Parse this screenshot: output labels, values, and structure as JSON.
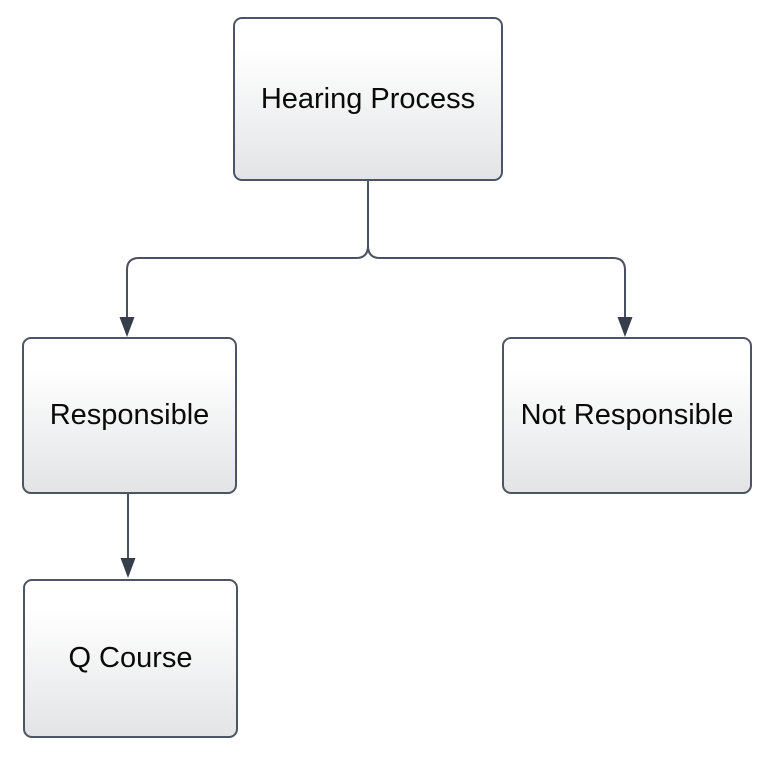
{
  "diagram": {
    "type": "flowchart",
    "nodes": [
      {
        "id": "hearing-process",
        "label": "Hearing Process"
      },
      {
        "id": "responsible",
        "label": "Responsible"
      },
      {
        "id": "not-responsible",
        "label": "Not Responsible"
      },
      {
        "id": "q-course",
        "label": "Q Course"
      }
    ],
    "edges": [
      {
        "from": "hearing-process",
        "to": "responsible",
        "style": "curved-elbow-arrow"
      },
      {
        "from": "hearing-process",
        "to": "not-responsible",
        "style": "curved-elbow-arrow"
      },
      {
        "from": "responsible",
        "to": "q-course",
        "style": "straight-arrow"
      }
    ],
    "colors": {
      "node_border": "#4d5565",
      "node_fill_top": "#ffffff",
      "node_fill_bottom": "#e3e4e6",
      "connector": "#49505f",
      "arrowhead": "#363d4b",
      "text": "#0a0a0a",
      "background": "#ffffff"
    }
  }
}
